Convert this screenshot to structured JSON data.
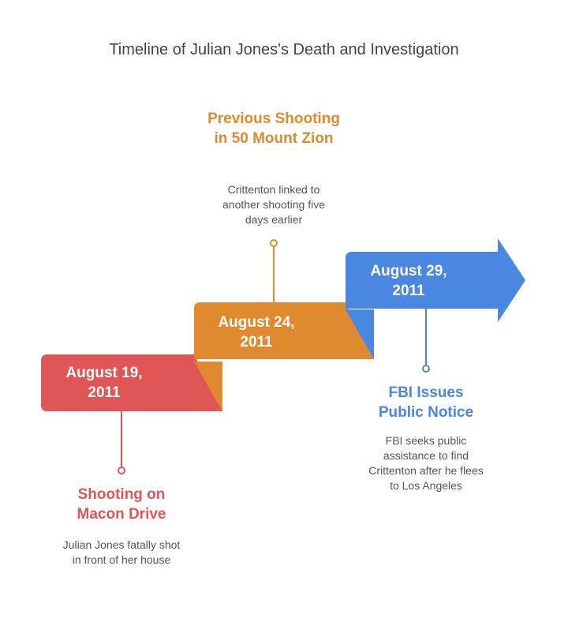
{
  "title": "Timeline of Julian Jones's Death and Investigation",
  "colors": {
    "red": "#e05555",
    "orange": "#e08a30",
    "blue": "#4a87e0"
  },
  "events": [
    {
      "date": "August 19, 2011",
      "title": "Shooting on Macon Drive",
      "description": "Julian Jones fatally shot in front of her house"
    },
    {
      "date": "August 24, 2011",
      "title": "Previous Shooting in 50 Mount Zion",
      "description": "Crittenton linked to another shooting five days earlier"
    },
    {
      "date": "August 29, 2011",
      "title": "FBI Issues Public Notice",
      "description": "FBI seeks public assistance to find Crittenton after he flees to Los Angeles"
    }
  ]
}
